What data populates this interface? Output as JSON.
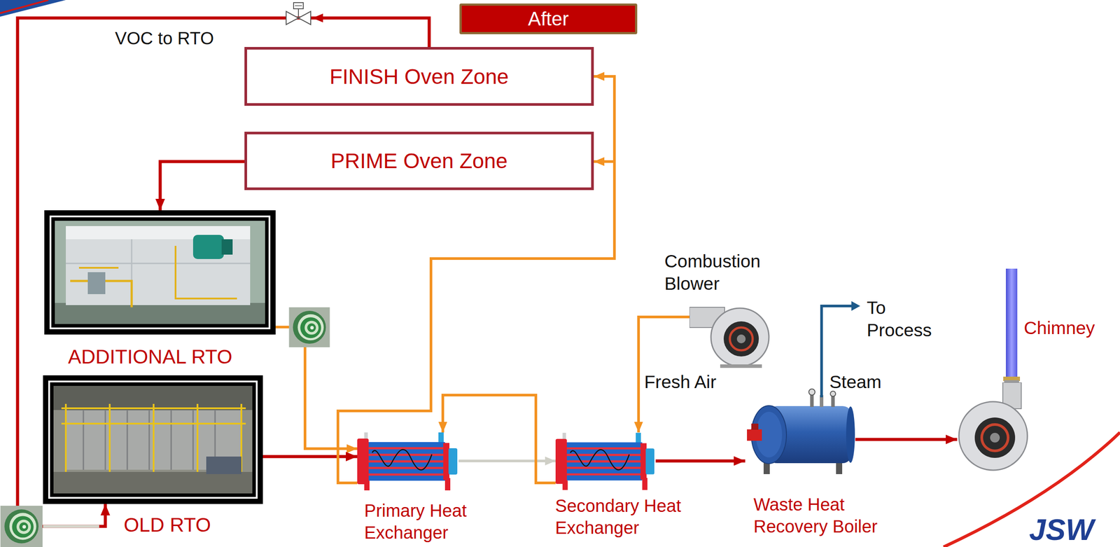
{
  "diagram": {
    "nodes": [
      {
        "text": [
          "After"
        ]
      },
      {
        "text": [
          "FINISH Oven Zone"
        ]
      },
      {
        "text": [
          "PRIME Oven Zone"
        ]
      },
      {
        "text": [
          "ADDITIONAL RTO"
        ]
      },
      {
        "text": [
          "OLD RTO"
        ]
      },
      {
        "text": [
          "Primary Heat Exchanger"
        ]
      },
      {
        "text": [
          "Secondary Heat Exchanger"
        ]
      },
      {
        "text": [
          "Combustion Blower"
        ]
      },
      {
        "text": [
          "Waste Heat Recovery Boiler"
        ]
      },
      {
        "text": [
          "Chimney"
        ]
      }
    ],
    "edges": [
      {
        "from": 1,
        "to": 4,
        "arrow": "to",
        "label": "VOC to RTO"
      },
      {
        "from": 2,
        "to": 3,
        "arrow": "to"
      },
      {
        "from": 3,
        "to": 5,
        "arrow": "to"
      },
      {
        "from": 4,
        "to": 5,
        "arrow": "to"
      },
      {
        "from": 5,
        "to": 6,
        "arrow": "to"
      },
      {
        "from": 6,
        "to": 5,
        "arrow": "to"
      },
      {
        "from": 5,
        "to": 1,
        "arrow": "to"
      },
      {
        "from": 5,
        "to": 2,
        "arrow": "to"
      },
      {
        "from": 7,
        "to": 6,
        "arrow": "to",
        "label": "Fresh Air"
      },
      {
        "from": 6,
        "to": 8,
        "arrow": "to"
      },
      {
        "from": 8,
        "to": 9,
        "arrow": "to"
      }
    ],
    "labels": [
      "Steam",
      "To Process",
      "JSW"
    ]
  }
}
